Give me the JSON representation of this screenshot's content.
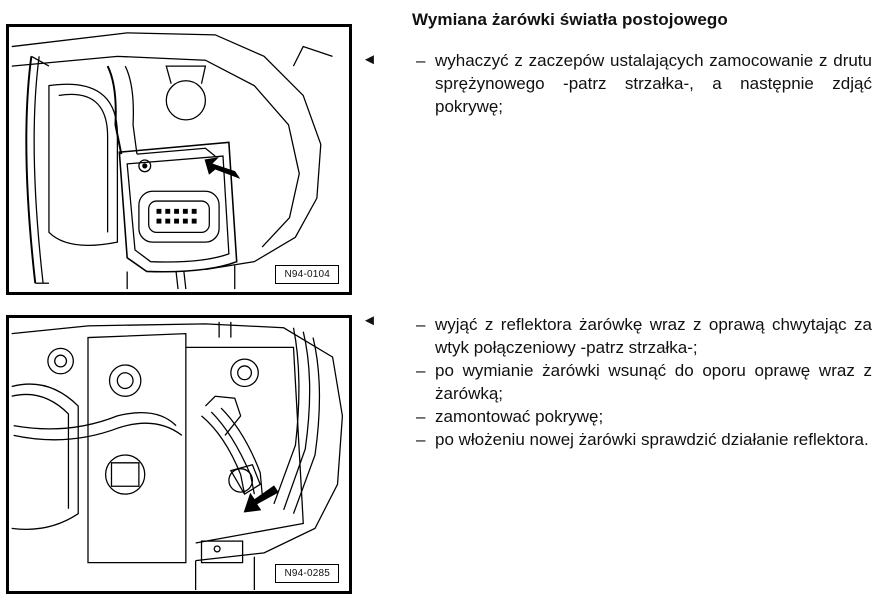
{
  "title": "Wymiana żarówki światła postojowego",
  "markers": {
    "first": "◄",
    "second": "◄"
  },
  "figures": [
    {
      "code": "N94-0104"
    },
    {
      "code": "N94-0285"
    }
  ],
  "steps_group_1": [
    "wyhaczyć z zaczepów ustalających zamocowanie z drutu sprężynowego -patrz strzałka-, a następnie zdjąć pokrywę;"
  ],
  "steps_group_2": [
    "wyjąć z reflektora żarówkę wraz z oprawą chwytając za wtyk połączeniowy -patrz strzałka-;",
    "po wymianie żarówki wsunąć do oporu oprawę wraz z żarówką;",
    "zamontować pokrywę;",
    "po włożeniu nowej żarówki sprawdzić działanie reflektora."
  ],
  "dash": "–"
}
